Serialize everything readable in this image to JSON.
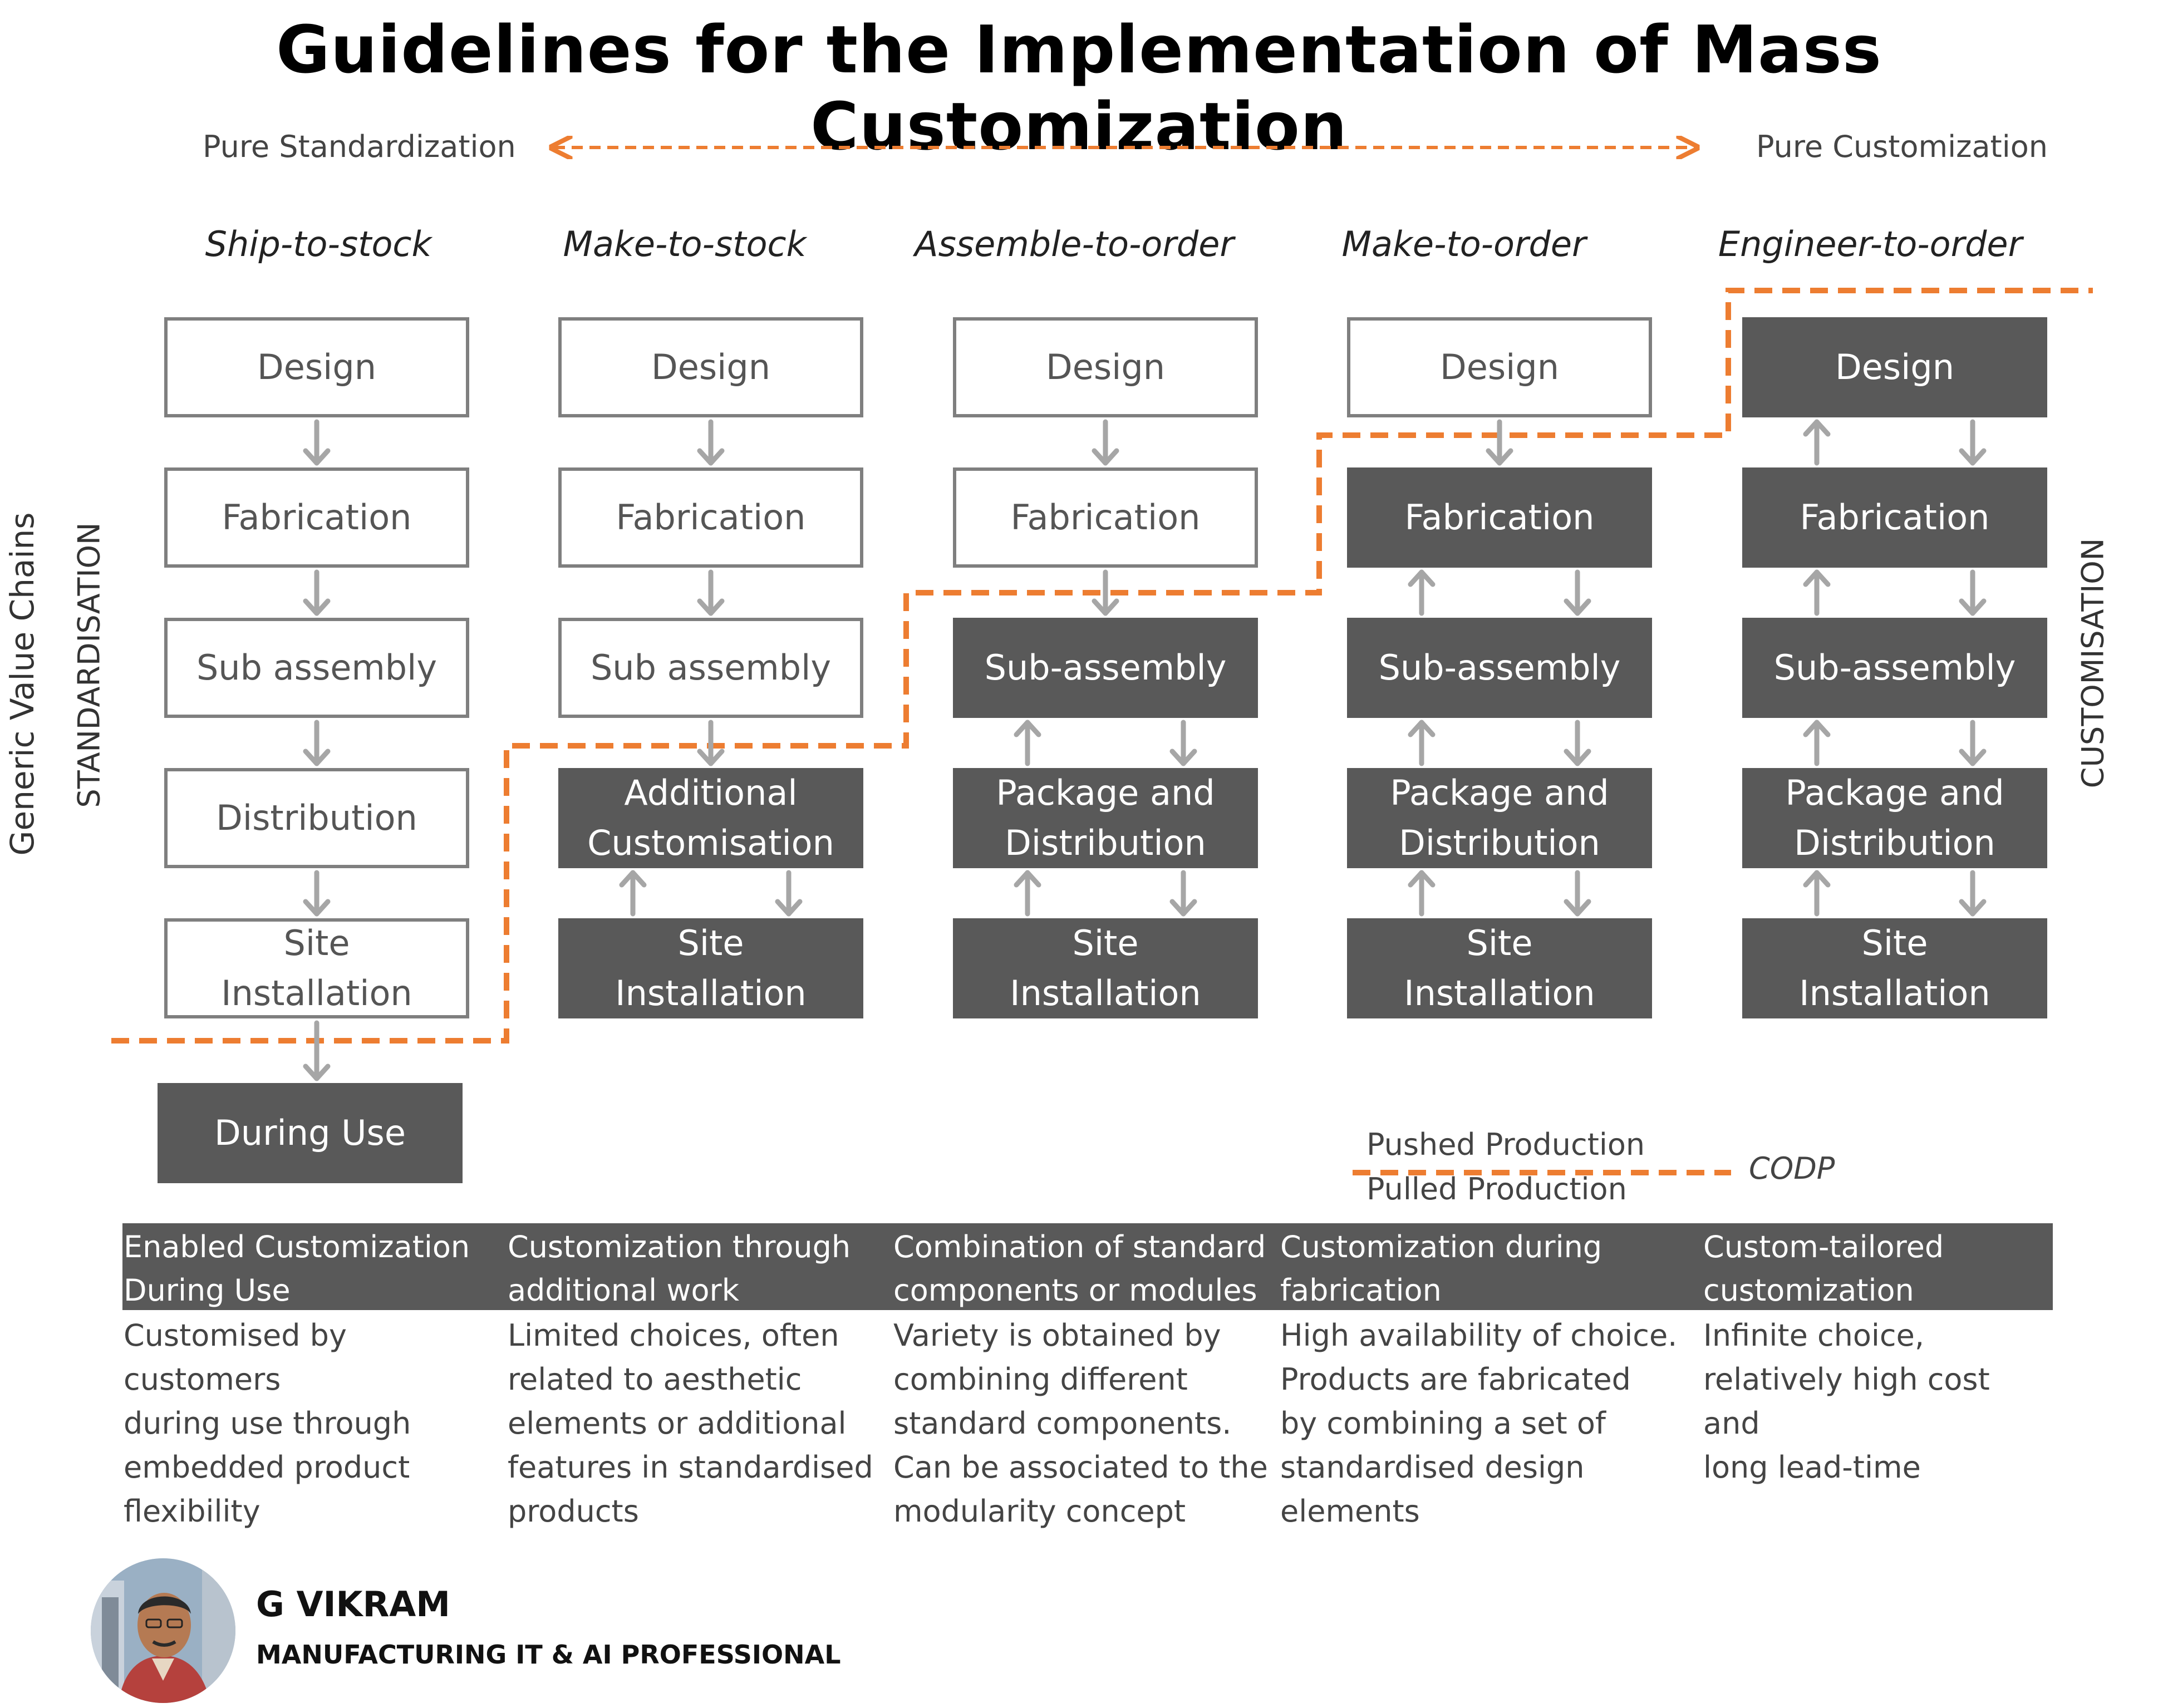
{
  "title": "Guidelines for the Implementation of Mass Customization",
  "spectrum": {
    "left": "Pure Standardization",
    "right": "Pure Customization"
  },
  "side_labels": {
    "generic_value_chains": "Generic  Value Chains",
    "standardisation": "STANDARDISATION",
    "customisation": "CUSTOMISATION"
  },
  "chains": [
    {
      "name": "Ship-to-stock",
      "stages": [
        {
          "label": "Design",
          "customised": false
        },
        {
          "label": "Fabrication",
          "customised": false
        },
        {
          "label": "Sub assembly",
          "customised": false
        },
        {
          "label": "Distribution",
          "customised": false
        },
        {
          "label": "Site Installation",
          "customised": false
        },
        {
          "label": "During Use",
          "customised": true
        }
      ]
    },
    {
      "name": "Make-to-stock",
      "stages": [
        {
          "label": "Design",
          "customised": false
        },
        {
          "label": "Fabrication",
          "customised": false
        },
        {
          "label": "Sub assembly",
          "customised": false
        },
        {
          "label": "Additional Customisation",
          "customised": true
        },
        {
          "label": "Site Installation",
          "customised": true
        }
      ]
    },
    {
      "name": "Assemble-to-order",
      "stages": [
        {
          "label": "Design",
          "customised": false
        },
        {
          "label": "Fabrication",
          "customised": false
        },
        {
          "label": "Sub-assembly",
          "customised": true
        },
        {
          "label": "Package and Distribution",
          "customised": true
        },
        {
          "label": "Site Installation",
          "customised": true
        }
      ]
    },
    {
      "name": "Make-to-order",
      "stages": [
        {
          "label": "Design",
          "customised": false
        },
        {
          "label": "Fabrication",
          "customised": true
        },
        {
          "label": "Sub-assembly",
          "customised": true
        },
        {
          "label": "Package and Distribution",
          "customised": true
        },
        {
          "label": "Site Installation",
          "customised": true
        }
      ]
    },
    {
      "name": "Engineer-to-order",
      "stages": [
        {
          "label": "Design",
          "customised": true
        },
        {
          "label": "Fabrication",
          "customised": true
        },
        {
          "label": "Sub-assembly",
          "customised": true
        },
        {
          "label": "Package and Distribution",
          "customised": true
        },
        {
          "label": "Site Installation",
          "customised": true
        }
      ]
    }
  ],
  "legend": {
    "pushed": "Pushed Production",
    "pulled": "Pulled Production",
    "codp": "CODP"
  },
  "strategies": [
    {
      "header": [
        "Enabled Customization",
        "During Use"
      ],
      "description": [
        "Customised by customers",
        "during use through",
        "embedded product",
        "flexibility"
      ]
    },
    {
      "header": [
        "Customization through",
        "additional work"
      ],
      "description": [
        "Limited choices, often",
        "related to aesthetic",
        "elements or additional",
        "features in standardised",
        "products"
      ]
    },
    {
      "header": [
        "Combination of standard",
        "components or modules"
      ],
      "description": [
        "Variety is obtained by",
        "combining different",
        "standard components.",
        "Can be associated to the",
        "modularity concept"
      ]
    },
    {
      "header": [
        "Customization during",
        "fabrication"
      ],
      "description": [
        "High availability of choice.",
        "Products are fabricated",
        "by combining a set of",
        "standardised design",
        "elements"
      ]
    },
    {
      "header": [
        "Custom-tailored",
        "customization"
      ],
      "description": [
        "Infinite choice,",
        "relatively high cost and",
        "long lead-time"
      ]
    }
  ],
  "author": {
    "name": "G VIKRAM",
    "role": "MANUFACTURING IT & AI PROFESSIONAL"
  },
  "colors": {
    "accent_orange": "#ED7D31",
    "dark_box": "#595959",
    "box_border": "#7f7f7f",
    "arrow_gray": "#a6a6a6"
  }
}
